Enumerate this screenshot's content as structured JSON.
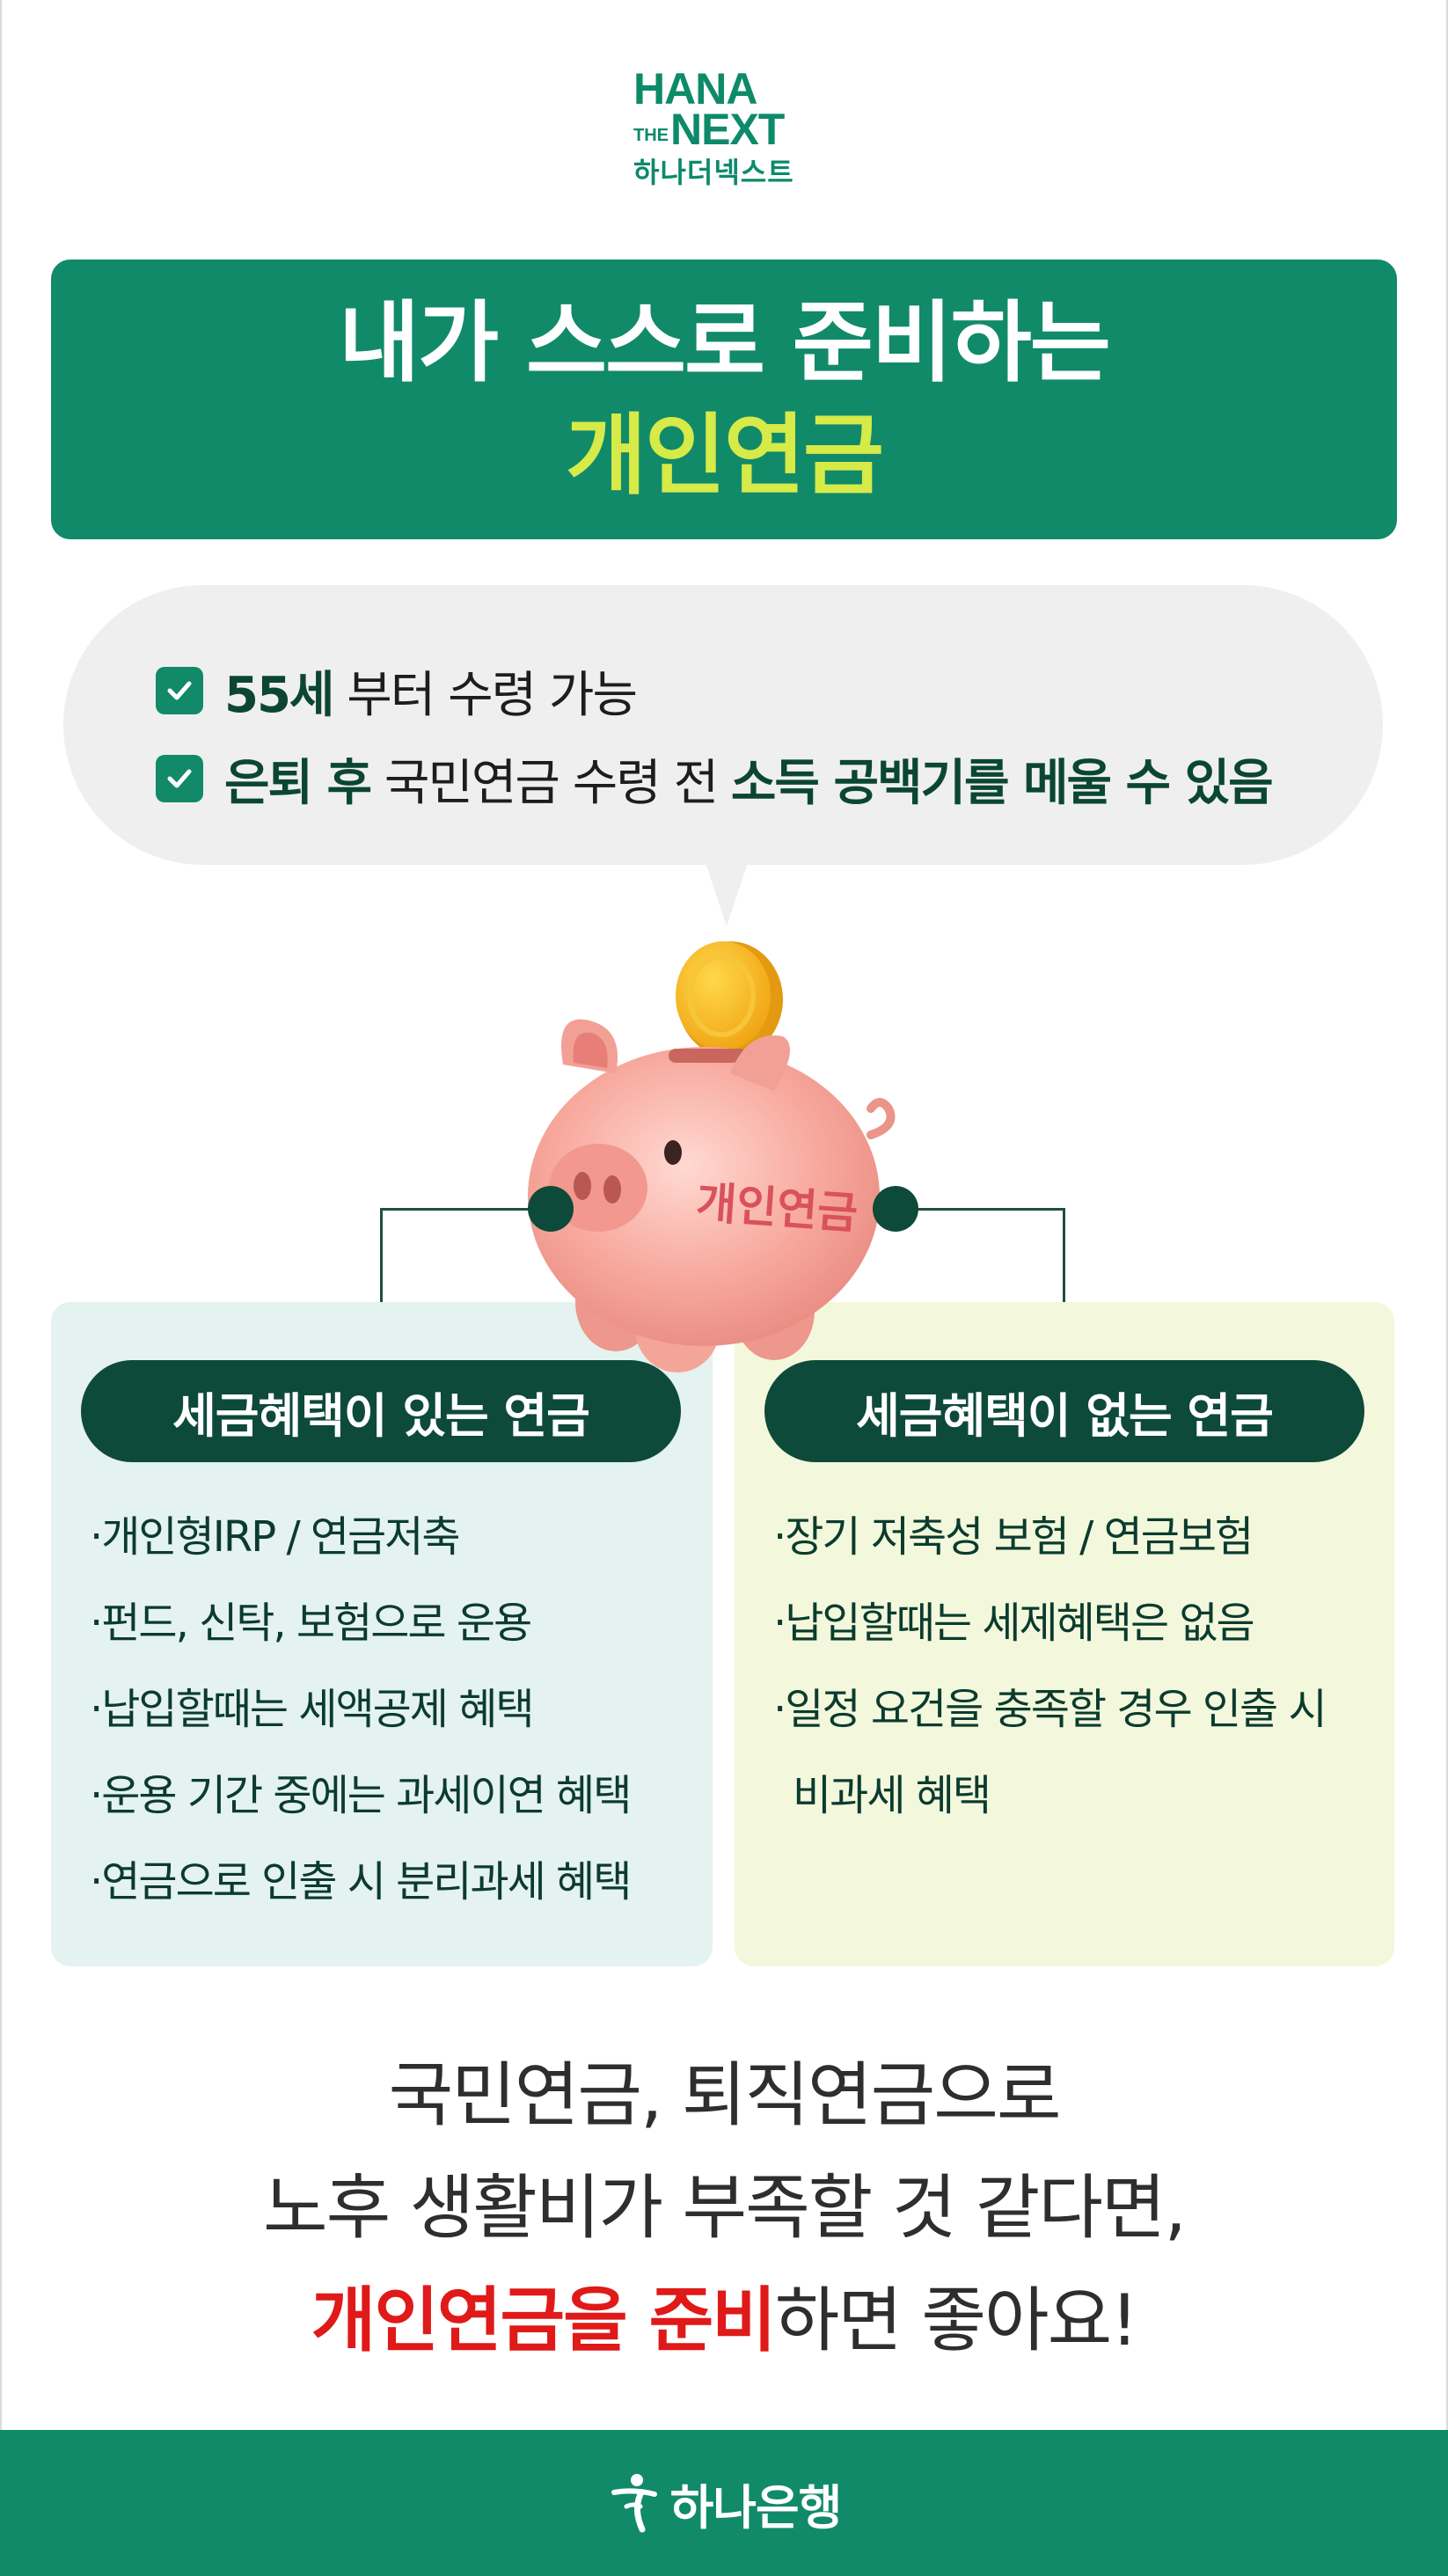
{
  "logo": {
    "line1": "HANA",
    "the": "THE",
    "next": "NEXT",
    "korean": "하나더넥스트"
  },
  "title": {
    "line1": "내가 스스로 준비하는",
    "line2": "개인연금"
  },
  "bubble": {
    "item1": {
      "bold": "55세",
      "rest": " 부터 수령 가능"
    },
    "item2": {
      "bold_a": "은퇴 후",
      "mid": " 국민연금 수령 전 ",
      "bold_b": "소득 공백기를 메울 수 있음"
    }
  },
  "piggy_label": "개인연금",
  "left_panel": {
    "heading": "세금혜택이 있는 연금",
    "items": [
      "·개인형IRP / 연금저축",
      "·펀드, 신탁, 보험으로 운용",
      "·납입할때는 세액공제 혜택",
      "·운용 기간 중에는 과세이연 혜택",
      "·연금으로 인출 시 분리과세 혜택"
    ]
  },
  "right_panel": {
    "heading": "세금혜택이 없는 연금",
    "items": [
      "·장기 저축성 보험 / 연금보험",
      "·납입할때는 세제혜택은 없음",
      "·일정 요건을 충족할 경우 인출 시"
    ],
    "continuation": "비과세 혜택"
  },
  "message": {
    "line1": "국민연금, 퇴직연금으로",
    "line2": "노후 생활비가 부족할 것 같다면,",
    "line3_red": "개인연금을 준비",
    "line3_rest": "하면 좋아요!"
  },
  "footer": {
    "brand": "하나은행"
  },
  "colors": {
    "brand_green": "#118a69",
    "dark_green": "#0e4a39",
    "accent_yellow": "#d6ea48",
    "accent_red": "#e01919"
  }
}
